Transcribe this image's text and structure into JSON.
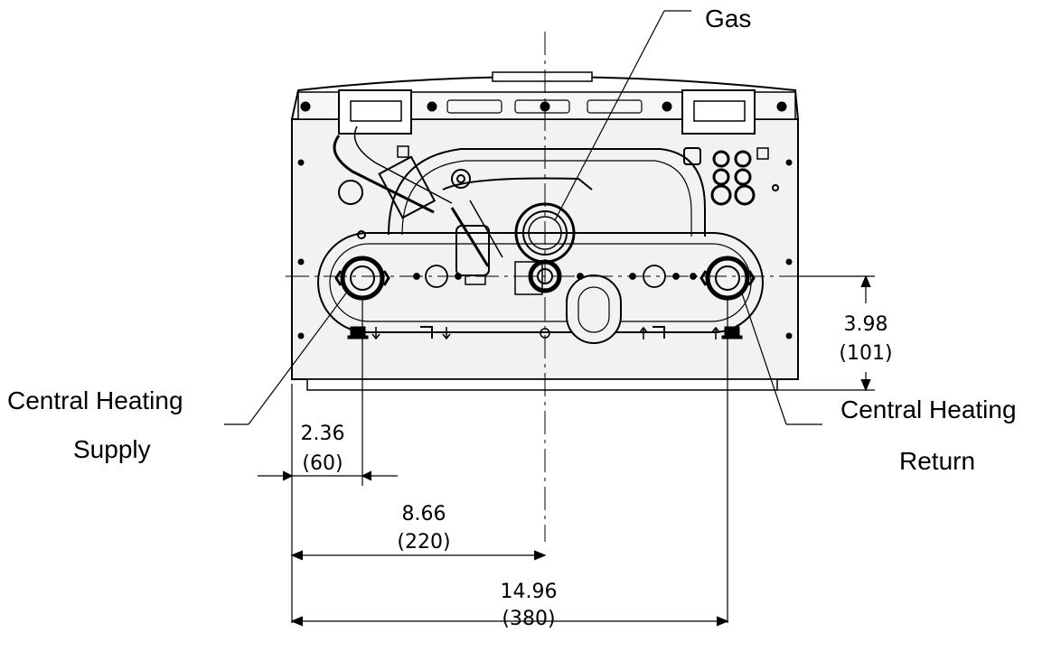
{
  "labels": {
    "gas": "Gas",
    "central_heating_supply_line1": "Central Heating",
    "central_heating_supply_line2": "Supply",
    "central_heating_return_line1": "Central Heating",
    "central_heating_return_line2": "Return"
  },
  "dimensions": {
    "vertical_offset": {
      "inches": "3.98",
      "mm": "(101)"
    },
    "supply_from_edge": {
      "inches": "2.36",
      "mm": "(60)"
    },
    "center_from_edge": {
      "inches": "8.66",
      "mm": "(220)"
    },
    "supply_to_return": {
      "inches": "14.96",
      "mm": "(380)"
    }
  },
  "colors": {
    "line": "#000000",
    "body": "#f2f2f2",
    "background": "#ffffff"
  }
}
